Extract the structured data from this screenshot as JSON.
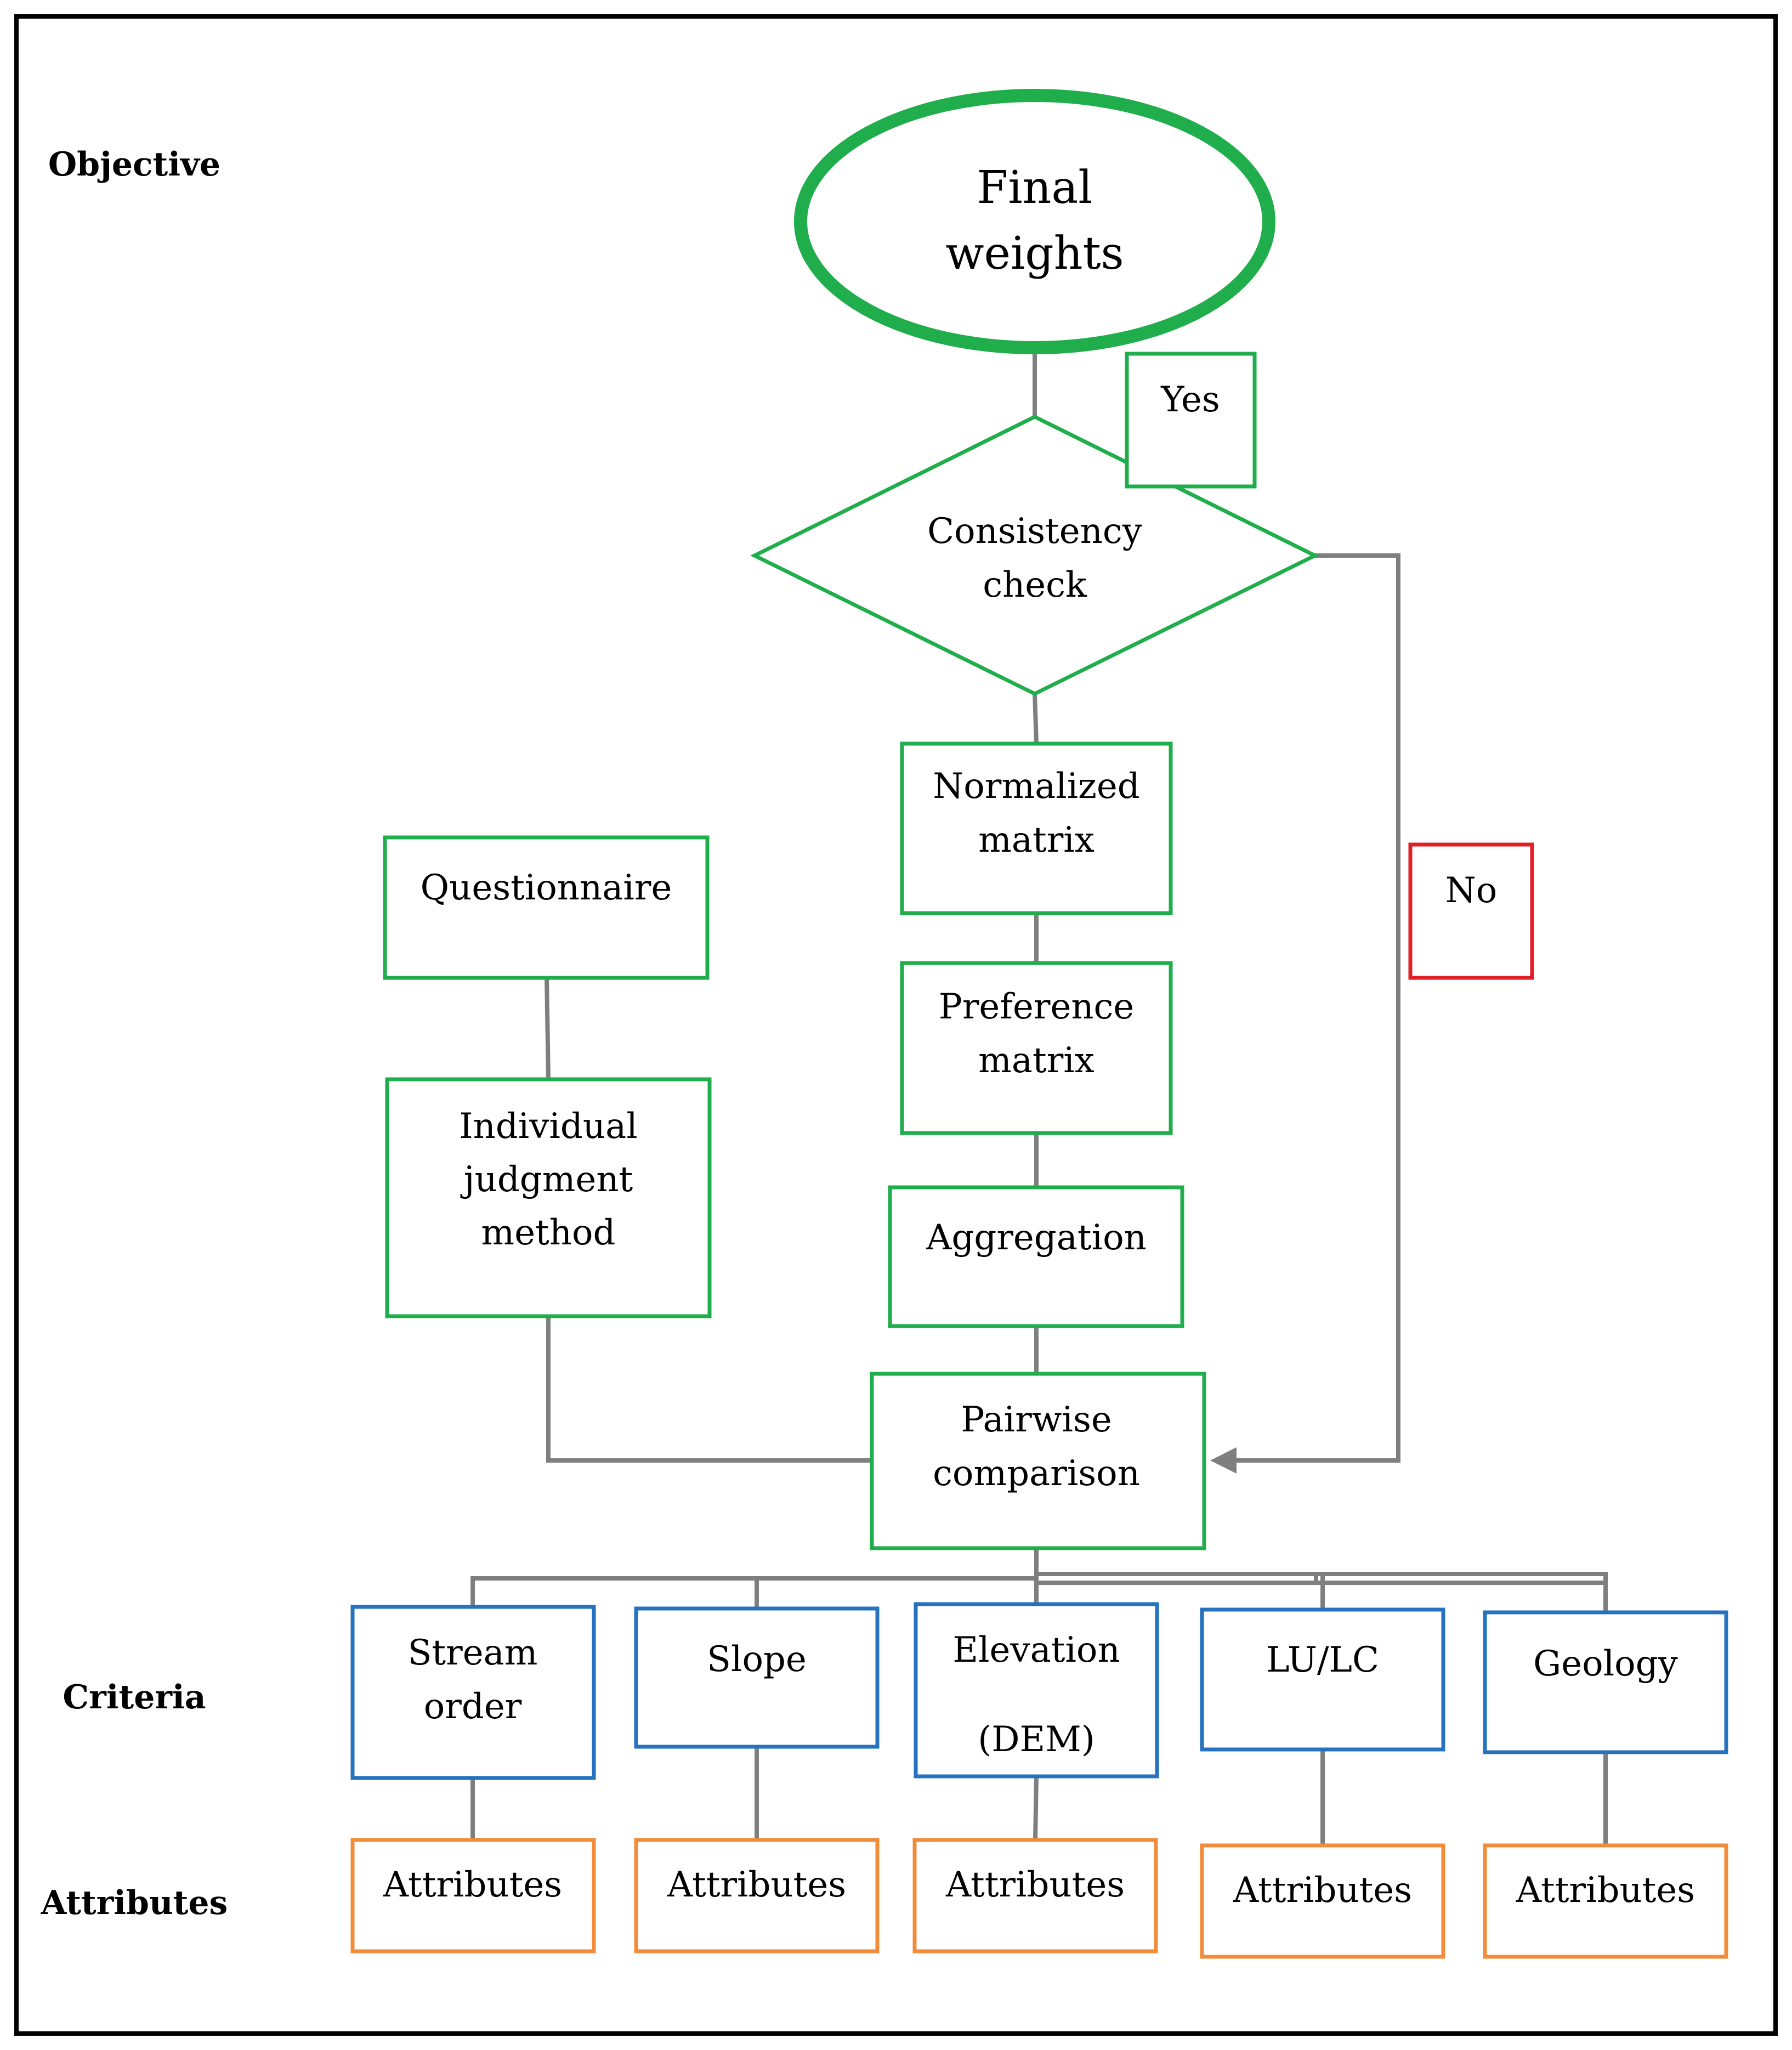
{
  "levels": {
    "objective": "Objective",
    "criteria": "Criteria",
    "attributes": "Attributes"
  },
  "nodes": {
    "final_weights": [
      "Final",
      "weights"
    ],
    "yes": "Yes",
    "consistency_check": [
      "Consistency",
      "check"
    ],
    "no": "No",
    "normalized_matrix": [
      "Normalized",
      "matrix"
    ],
    "preference_matrix": [
      "Preference",
      "matrix"
    ],
    "aggregation": "Aggregation",
    "questionnaire": "Questionnaire",
    "individual_judgment": [
      "Individual",
      "judgment",
      "method"
    ],
    "pairwise_comparison": [
      "Pairwise",
      "comparison"
    ]
  },
  "criteria": [
    {
      "lines": [
        "Stream",
        "order"
      ]
    },
    {
      "lines": [
        "Slope"
      ]
    },
    {
      "lines": [
        "Elevation",
        "(DEM)"
      ]
    },
    {
      "lines": [
        "LU/LC"
      ]
    },
    {
      "lines": [
        "Geology"
      ]
    }
  ],
  "attributes": [
    "Attributes",
    "Attributes",
    "Attributes",
    "Attributes",
    "Attributes"
  ],
  "colors": {
    "process": "#1fae4b",
    "criteria": "#2573c0",
    "attribute": "#f08c3a",
    "no": "#e21f26",
    "connector": "#7f7f7f",
    "frame": "#000000"
  }
}
